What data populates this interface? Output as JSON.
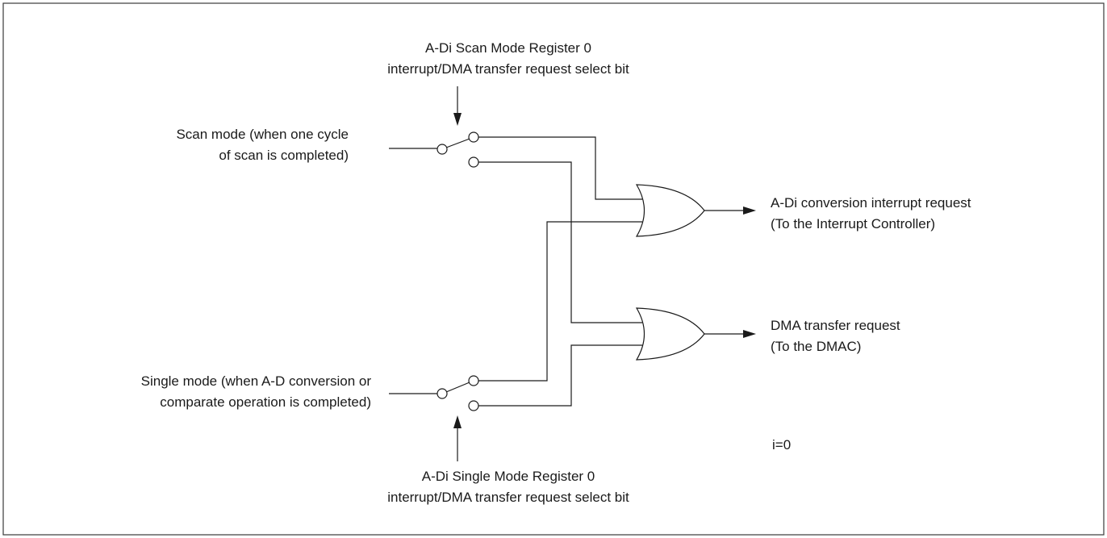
{
  "labels": {
    "top_register_line1": "A-Di Scan Mode Register 0",
    "top_register_line2": "interrupt/DMA transfer request select bit",
    "scan_mode_line1": "Scan mode (when one cycle",
    "scan_mode_line2": "of scan is completed)",
    "single_mode_line1": "Single mode (when A-D conversion or",
    "single_mode_line2": "comparate operation is completed)",
    "bottom_register_line1": "A-Di Single Mode Register 0",
    "bottom_register_line2": "interrupt/DMA transfer request select bit",
    "interrupt_out_line1": "A-Di conversion interrupt request",
    "interrupt_out_line2": "(To the Interrupt Controller)",
    "dma_out_line1": "DMA transfer request",
    "dma_out_line2": "(To the DMAC)",
    "index_note": "i=0"
  },
  "colors": {
    "line": "#1a1a1a",
    "frame": "#3a3a3a",
    "background": "#ffffff"
  }
}
